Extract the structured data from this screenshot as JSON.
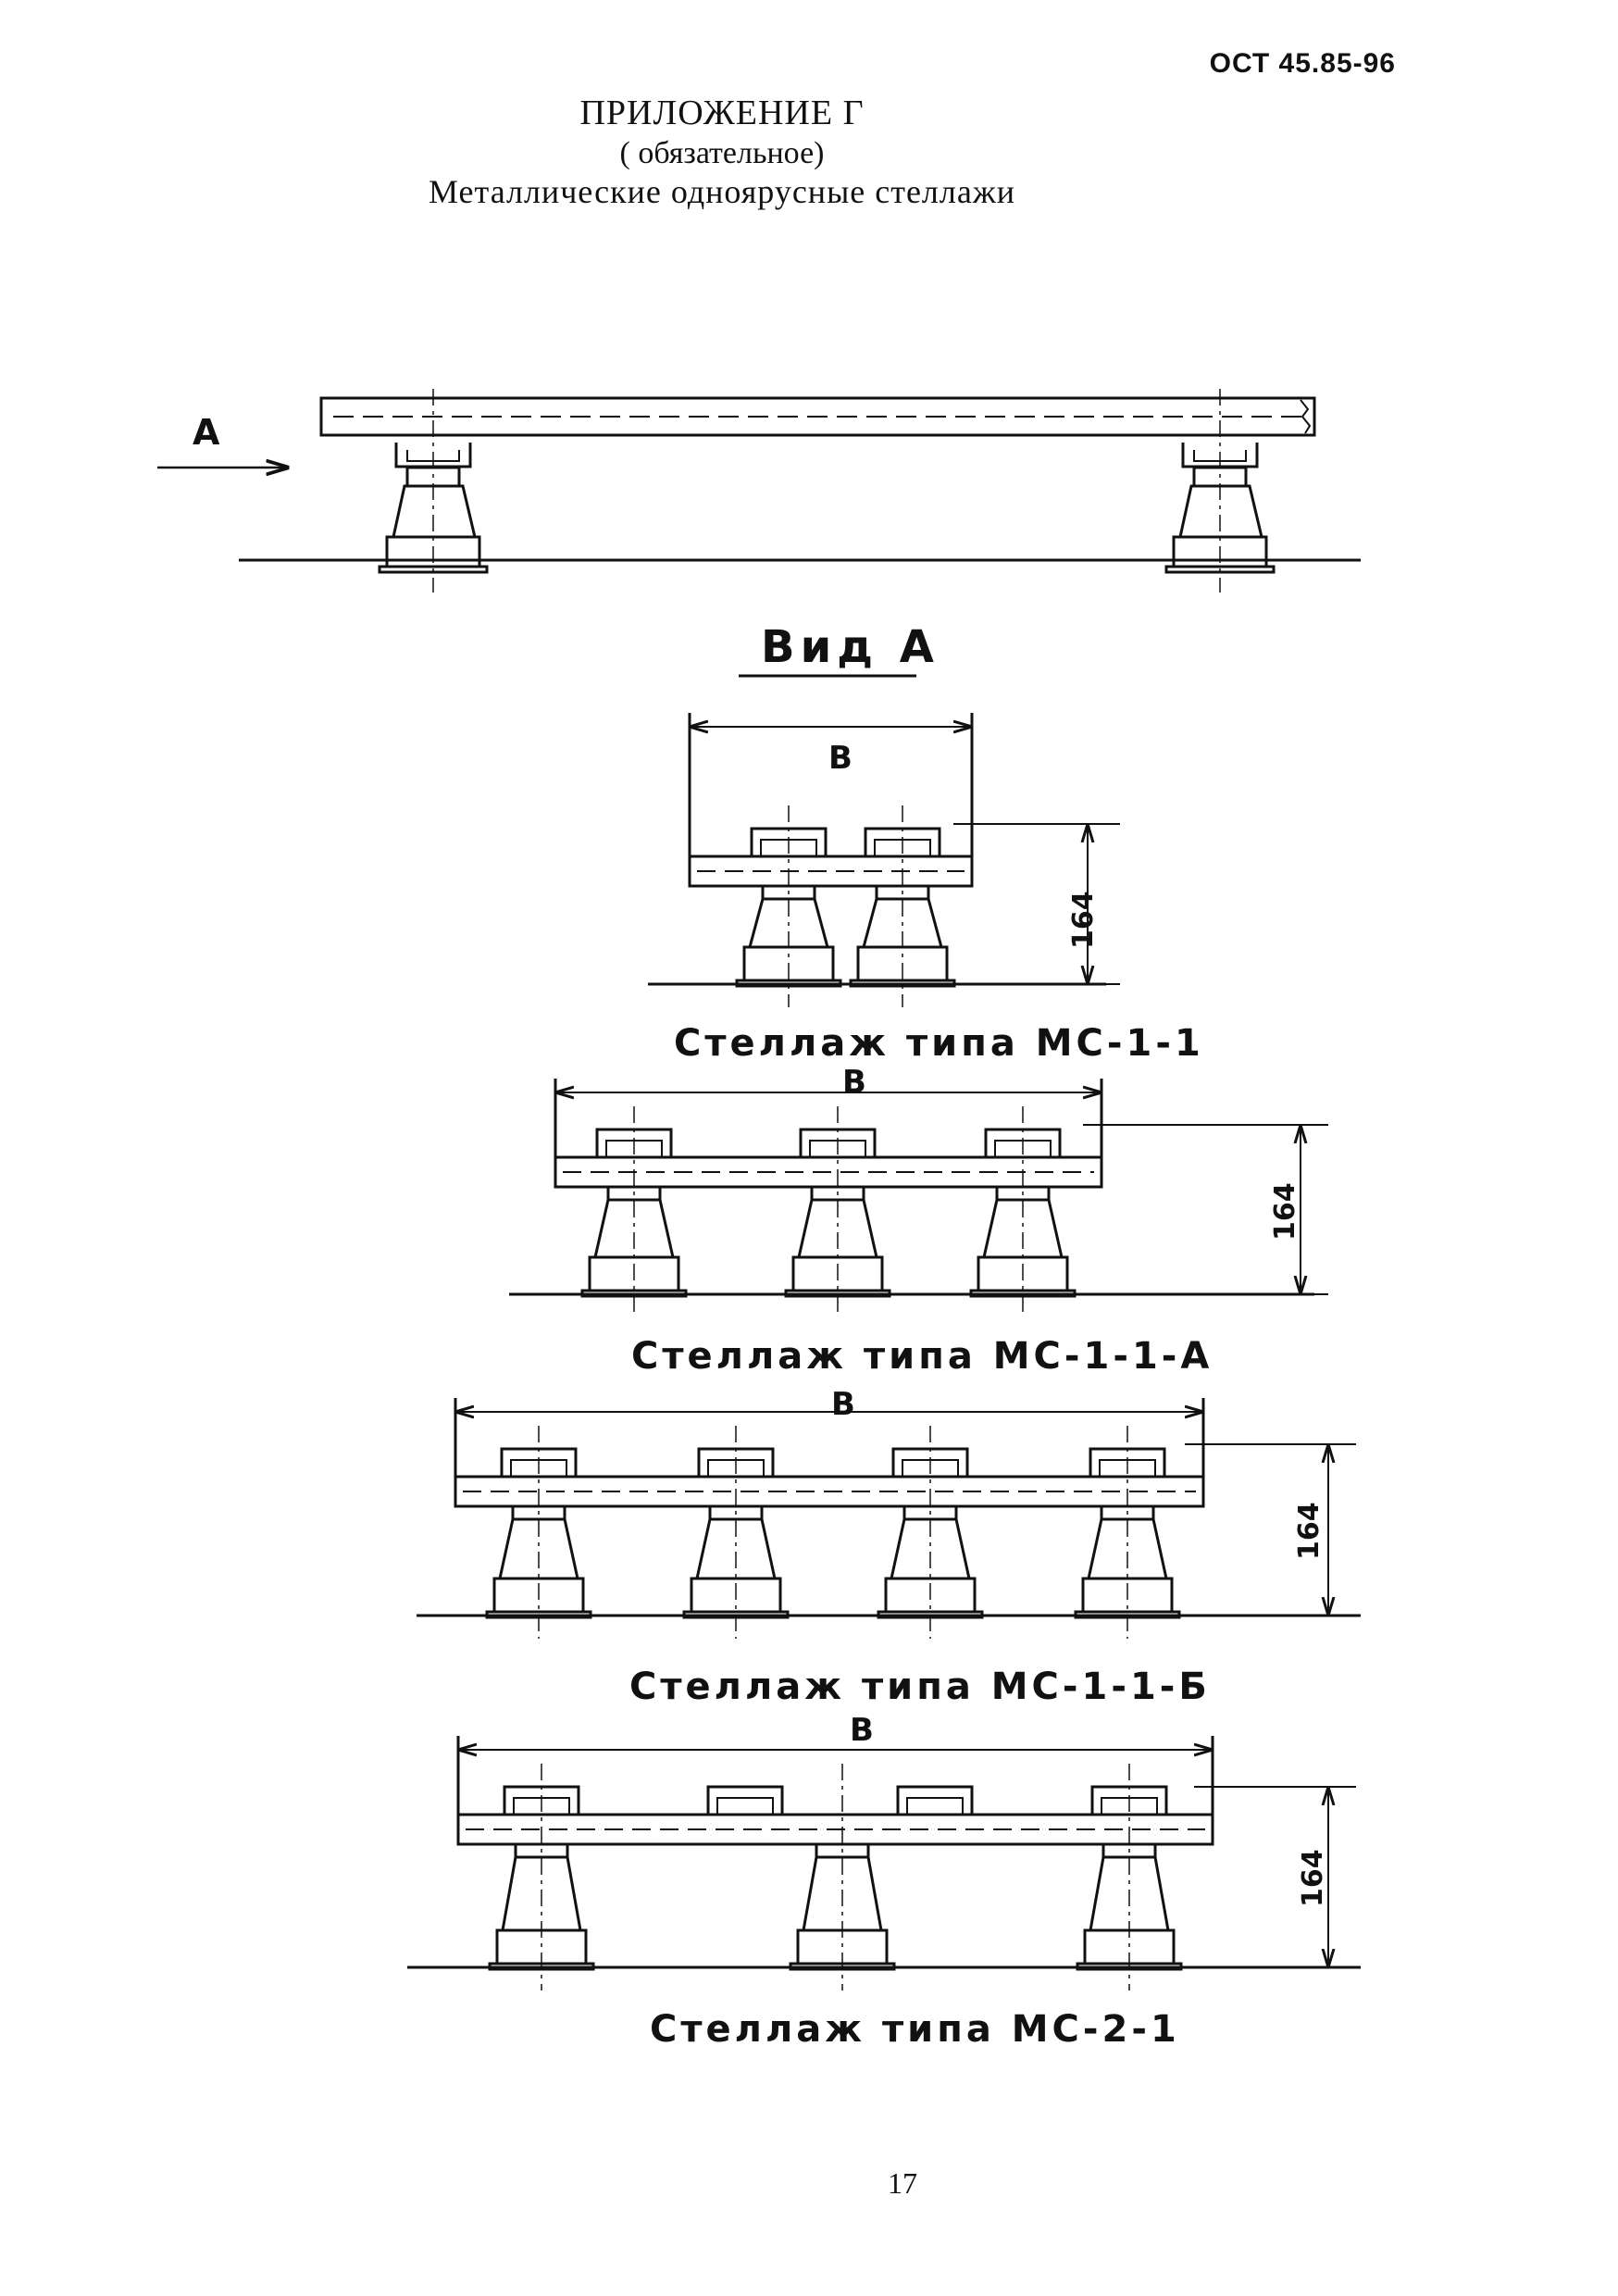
{
  "header": {
    "doc_code": "ОСТ 45.85-96",
    "appendix_title": "ПРИЛОЖЕНИЕ Г",
    "appendix_status": "( обязательное)",
    "appendix_subject": "Металлические одноярусные стеллажи"
  },
  "side_view": {
    "arrow_label": "А"
  },
  "view_a": {
    "title": "Вид А",
    "racks": [
      {
        "caption": "Стеллаж типа МС-1-1",
        "width_label": "B",
        "height_label": "164"
      },
      {
        "caption": "Стеллаж типа МС-1-1-А",
        "width_label": "B",
        "height_label": "164"
      },
      {
        "caption": "Стеллаж типа МС-1-1-Б",
        "width_label": "B",
        "height_label": "164"
      },
      {
        "caption": "Стеллаж типа МС-2-1",
        "width_label": "B",
        "height_label": "164"
      }
    ]
  },
  "footer": {
    "page_number": "17"
  }
}
